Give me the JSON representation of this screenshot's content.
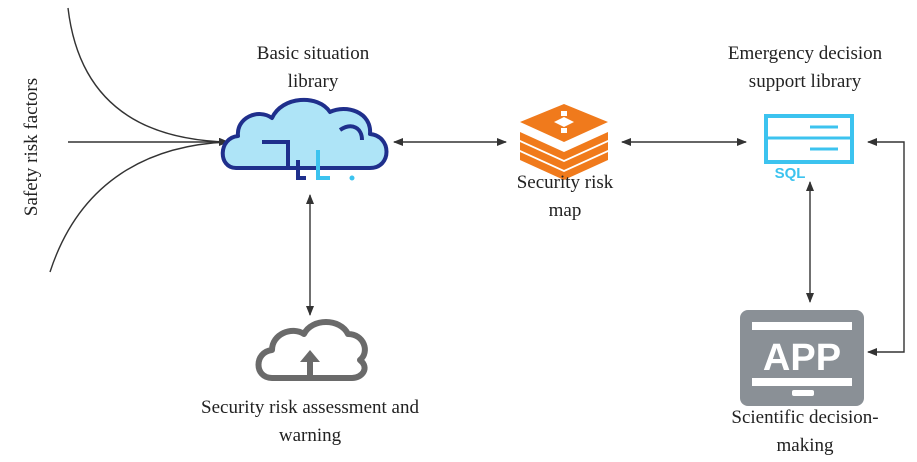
{
  "side_label": "Safety risk factors",
  "nodes": {
    "basic_library": {
      "line1": "Basic situation",
      "line2": "library"
    },
    "risk_map": {
      "line1": "Security risk",
      "line2": "map"
    },
    "emergency_library": {
      "line1": "Emergency decision",
      "line2": "support library"
    },
    "assessment": {
      "line1": "Security risk assessment and",
      "line2": "warning"
    },
    "decision_making": {
      "line1": "Scientific decision-",
      "line2": "making"
    }
  },
  "icon_text": {
    "sql": "SQL",
    "app": "APP"
  },
  "colors": {
    "cloud_fill": "#aee4f7",
    "cloud_outline": "#1f2f8c",
    "map_orange": "#f07a1c",
    "sql_cyan": "#3cc3ef",
    "app_gray": "#8a9096",
    "assessment_gray": "#6a6a6a",
    "arrow": "#333333"
  }
}
